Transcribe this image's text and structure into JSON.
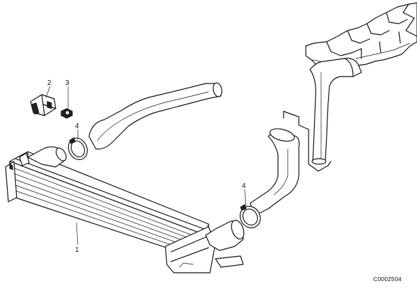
{
  "callouts": {
    "c1": "1",
    "c2": "2",
    "c3": "3",
    "c4a": "4",
    "c4b": "4"
  },
  "diagram_code": "C0002504"
}
